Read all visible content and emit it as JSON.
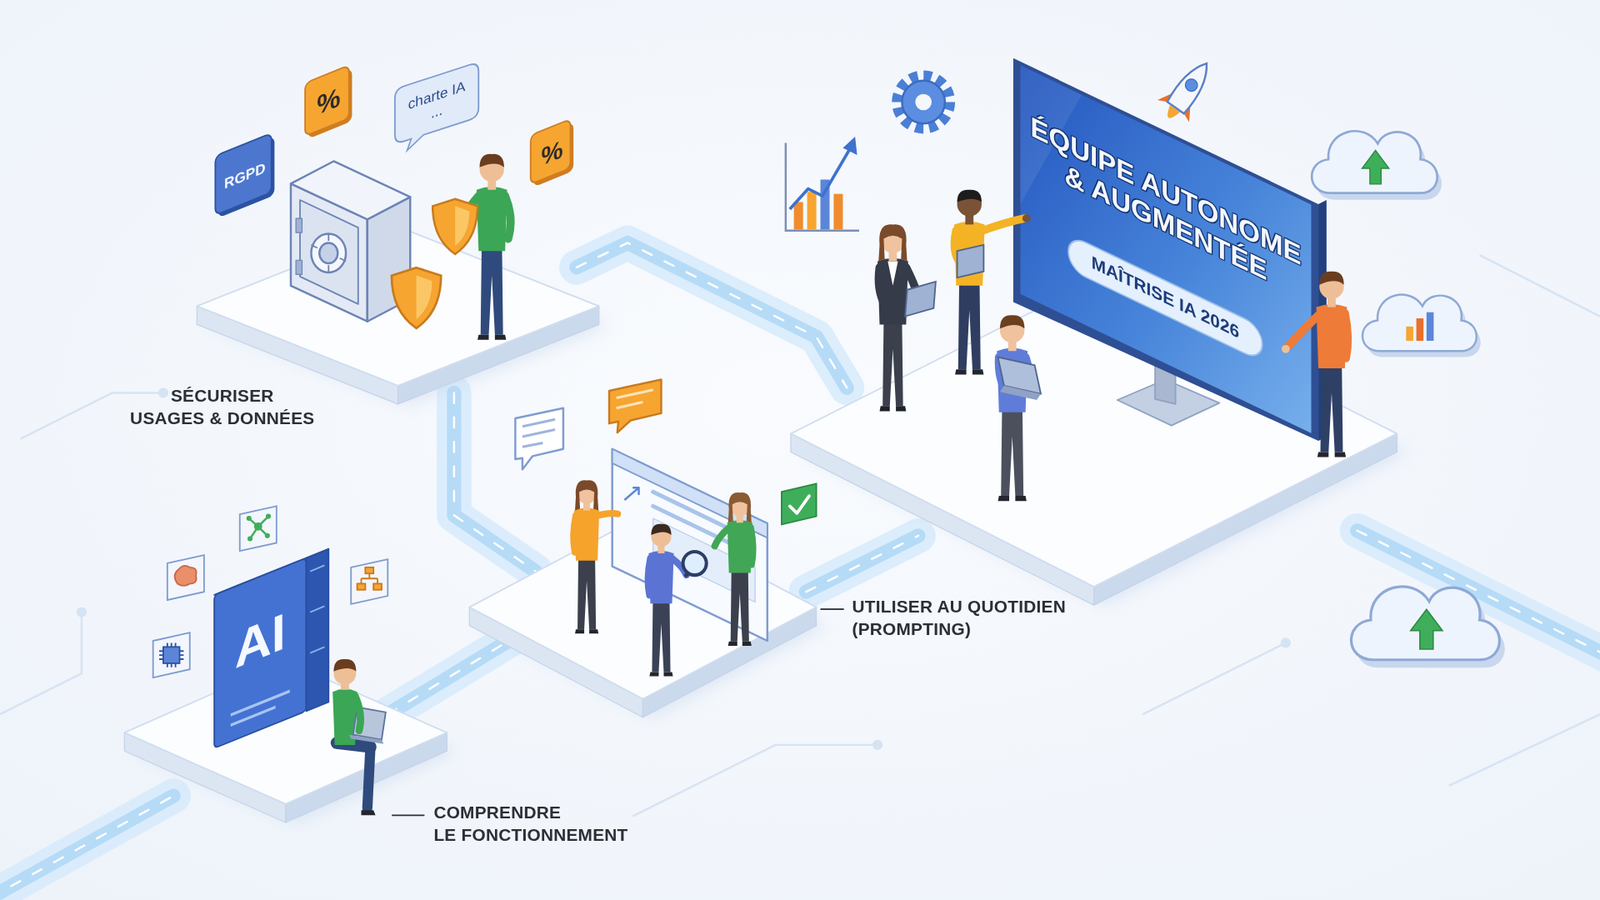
{
  "diagram": {
    "nodes": [
      {
        "text": [
          "%"
        ]
      },
      {
        "text": [
          "charte IA ..."
        ]
      },
      {
        "text": [
          "%"
        ]
      },
      {
        "text": [
          "RGPD"
        ]
      },
      {
        "text": [
          "ÉQUIPE AUTONOME & AUGMENTÉE"
        ]
      },
      {
        "text": [
          "MAÎTRISE IA 2026"
        ],
        "in": 4
      },
      {
        "text": [
          "AI"
        ]
      }
    ],
    "labels": [
      "SÉCURISER USAGES & DONNÉES",
      "UTILISER AU QUOTIDIEN (PROMPTING)",
      "COMPRENDRE LE FONCTIONNEMENT"
    ]
  }
}
